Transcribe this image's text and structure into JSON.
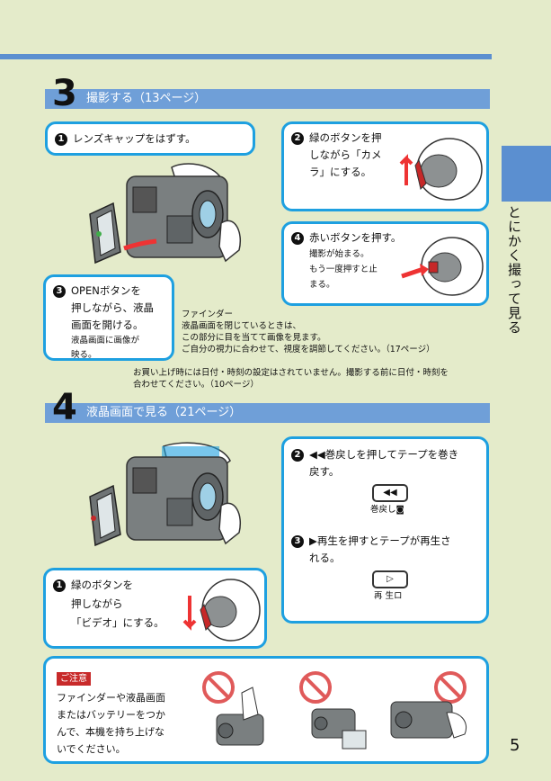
{
  "sec3": {
    "num": "3",
    "title": "撮影する（13ページ）",
    "step1": {
      "num": "1",
      "text": "レンズキャップをはずす。"
    },
    "step2": {
      "num": "2",
      "lines": [
        "緑のボタンを押",
        "しながら「カメ",
        "ラ」にする。"
      ]
    },
    "step3": {
      "num": "3",
      "lines": [
        "OPENボタンを",
        "押しながら、液晶",
        "画面を開ける。"
      ],
      "sublines": [
        "液晶画面に画像が",
        "映る。"
      ]
    },
    "step4": {
      "num": "4",
      "lines": [
        "赤いボタンを押す。"
      ],
      "sublines": [
        "撮影が始まる。",
        "もう一度押すと止",
        "まる。"
      ]
    },
    "finder": {
      "title": "ファインダー",
      "lines": [
        "液晶画面を閉じているときは、",
        "この部分に目を当てて画像を見ます。",
        "ご自分の視力に合わせて、視度を調節してください。（17ページ）"
      ]
    },
    "notice": [
      "お買い上げ時には日付・時刻の設定はされていません。撮影する前に日付・時刻を",
      "合わせてください。（10ページ）"
    ]
  },
  "sec4": {
    "num": "4",
    "title": "液晶画面で見る（21ページ）",
    "step1": {
      "num": "1",
      "lines": [
        "緑のボタンを",
        "押しながら",
        "「ビデオ」にする。"
      ]
    },
    "step2": {
      "num": "2",
      "lines": [
        "◀◀巻戻しを押してテープを巻き",
        "戻す。"
      ],
      "key": "◀◀",
      "keylabel": "巻戻し◙"
    },
    "step3": {
      "num": "3",
      "lines": [
        "▶再生を押すとテープが再生さ",
        "れる。"
      ],
      "key": "▷",
      "keylabel": "再 生ロ"
    }
  },
  "caution": {
    "label": "ご注意",
    "lines": [
      "ファインダーや液晶画面",
      "またはバッテリーをつか",
      "んで、本機を持ち上げな",
      "いでください。"
    ]
  },
  "side_tab": "とにかく撮って見る",
  "page_number": "5",
  "colors": {
    "accent": "#5b8fd0",
    "box_border": "#1ea0e0",
    "warning": "#c82a2a",
    "background": "#e4ebca"
  }
}
